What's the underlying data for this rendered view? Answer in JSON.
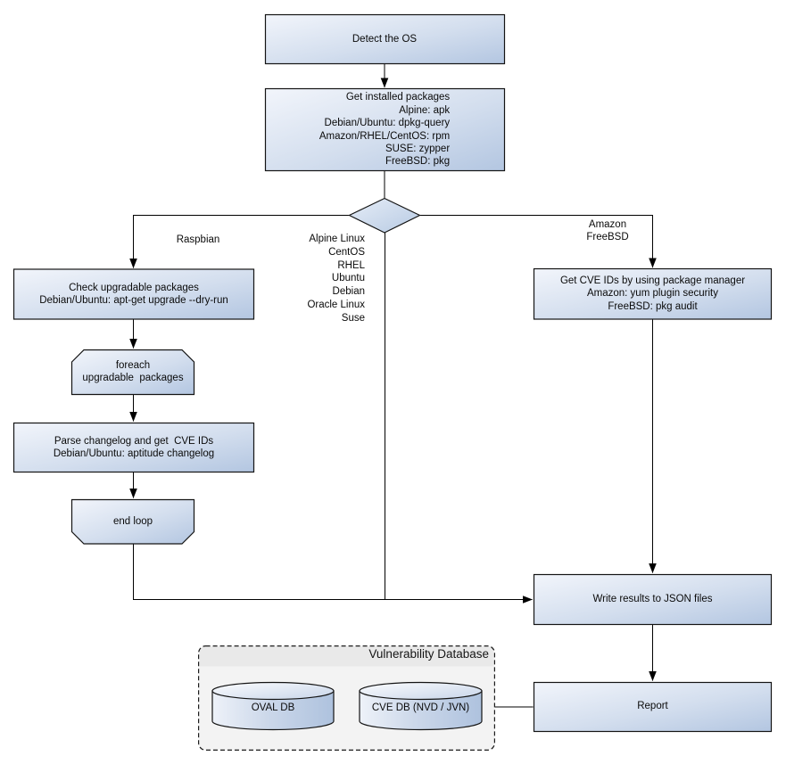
{
  "nodes": {
    "detect_os": {
      "label": "Detect the OS"
    },
    "get_installed_packages": {
      "label": "Get installed packages\nAlpine: apk\nDebian/Ubuntu: dpkg-query\nAmazon/RHEL/CentOS: rpm\nSUSE: zypper\nFreeBSD: pkg"
    },
    "check_upgradable": {
      "label": "Check upgradable packages\nDebian/Ubuntu: apt-get upgrade --dry-run"
    },
    "foreach_loop": {
      "label": "foreach\nupgradable  packages"
    },
    "parse_changelog": {
      "label": "Parse changelog and get  CVE IDs\nDebian/Ubuntu: aptitude changelog"
    },
    "end_loop": {
      "label": "end loop"
    },
    "get_cve_ids": {
      "label": "Get CVE IDs by using package manager\nAmazon: yum plugin security\nFreeBSD: pkg audit"
    },
    "write_results": {
      "label": "Write results to JSON files"
    },
    "report": {
      "label": "Report"
    }
  },
  "edge_labels": {
    "raspbian": "Raspbian",
    "amazon_freebsd": "Amazon\nFreeBSD",
    "os_direct": "Alpine Linux\nCentOS\nRHEL\nUbuntu\nDebian\nOracle Linux\nSuse"
  },
  "database": {
    "title": "Vulnerability Database",
    "cylinders": [
      {
        "label": "OVAL DB"
      },
      {
        "label": "CVE DB (NVD / JVN)"
      }
    ]
  },
  "colors": {
    "node_gradient_start": "#f0f4fa",
    "node_gradient_end": "#b5c8e2",
    "node_border": "#141414",
    "connector": "#000000",
    "db_container_fill": "#f3f3f3",
    "db_container_header": "#e9e9e9"
  }
}
